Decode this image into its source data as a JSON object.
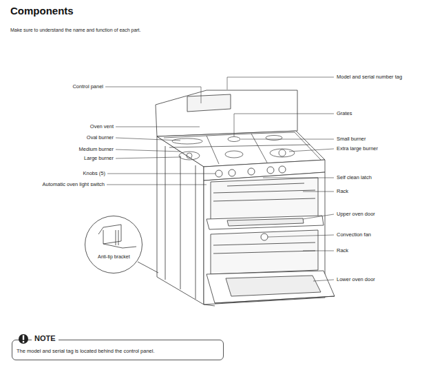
{
  "diagram": {
    "title": "Components",
    "nodes": [
      {
        "text": [
          "Anti-tip bracket"
        ]
      },
      {
        "text": [
          "NOTE",
          "The model and serial tag is located behind the control panel."
        ]
      }
    ],
    "labels": [
      "Make sure to understand the name and function of each part.",
      "Control panel",
      "Model and serial number tag",
      "Grates",
      "Oven vent",
      "Oval burner",
      "Small burner",
      "Medium burner",
      "Extra large burner",
      "Large burner",
      "Knobs (5)",
      "Self clean latch",
      "Automatic oven light switch",
      "Rack",
      "Upper oven door",
      "Convection fan",
      "Rack",
      "Lower oven door"
    ]
  }
}
